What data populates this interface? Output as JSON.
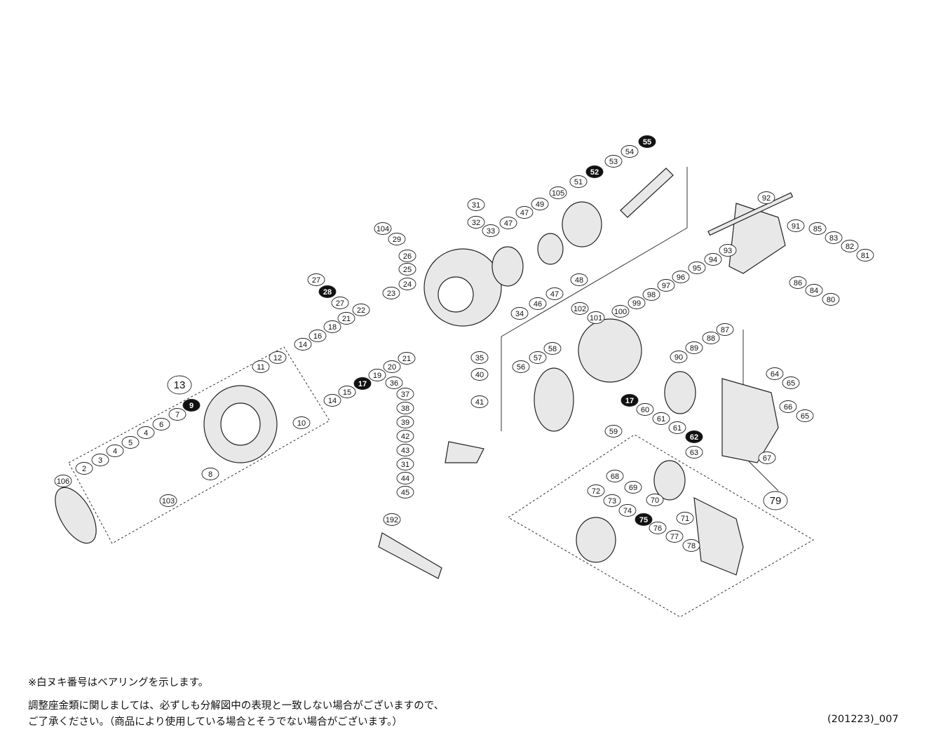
{
  "labels": [
    {
      "num": "106",
      "style": "open"
    },
    {
      "num": "2",
      "style": "open"
    },
    {
      "num": "3",
      "style": "open"
    },
    {
      "num": "4",
      "style": "open"
    },
    {
      "num": "5",
      "style": "open"
    },
    {
      "num": "4",
      "style": "open"
    },
    {
      "num": "6",
      "style": "open"
    },
    {
      "num": "7",
      "style": "open"
    },
    {
      "num": "8",
      "style": "open"
    },
    {
      "num": "103",
      "style": "open"
    },
    {
      "num": "9",
      "style": "filled"
    },
    {
      "num": "13",
      "style": "big"
    },
    {
      "num": "11",
      "style": "open"
    },
    {
      "num": "12",
      "style": "open"
    },
    {
      "num": "10",
      "style": "open"
    },
    {
      "num": "14",
      "style": "open"
    },
    {
      "num": "16",
      "style": "open"
    },
    {
      "num": "18",
      "style": "open"
    },
    {
      "num": "21",
      "style": "open"
    },
    {
      "num": "22",
      "style": "open"
    },
    {
      "num": "27",
      "style": "open"
    },
    {
      "num": "28",
      "style": "filled"
    },
    {
      "num": "27",
      "style": "open"
    },
    {
      "num": "14",
      "style": "open"
    },
    {
      "num": "15",
      "style": "open"
    },
    {
      "num": "17",
      "style": "filled"
    },
    {
      "num": "19",
      "style": "open"
    },
    {
      "num": "20",
      "style": "open"
    },
    {
      "num": "21",
      "style": "open"
    },
    {
      "num": "104",
      "style": "open"
    },
    {
      "num": "29",
      "style": "open"
    },
    {
      "num": "31",
      "style": "open"
    },
    {
      "num": "32",
      "style": "open"
    },
    {
      "num": "33",
      "style": "open"
    },
    {
      "num": "26",
      "style": "open"
    },
    {
      "num": "25",
      "style": "open"
    },
    {
      "num": "24",
      "style": "open"
    },
    {
      "num": "23",
      "style": "open"
    },
    {
      "num": "34",
      "style": "open"
    },
    {
      "num": "35",
      "style": "open"
    },
    {
      "num": "36",
      "style": "open"
    },
    {
      "num": "40",
      "style": "open"
    },
    {
      "num": "37",
      "style": "open"
    },
    {
      "num": "38",
      "style": "open"
    },
    {
      "num": "39",
      "style": "open"
    },
    {
      "num": "41",
      "style": "open"
    },
    {
      "num": "42",
      "style": "open"
    },
    {
      "num": "43",
      "style": "open"
    },
    {
      "num": "31",
      "style": "open"
    },
    {
      "num": "44",
      "style": "open"
    },
    {
      "num": "45",
      "style": "open"
    },
    {
      "num": "47",
      "style": "open"
    },
    {
      "num": "47",
      "style": "open"
    },
    {
      "num": "49",
      "style": "open"
    },
    {
      "num": "105",
      "style": "open"
    },
    {
      "num": "51",
      "style": "open"
    },
    {
      "num": "52",
      "style": "filled"
    },
    {
      "num": "53",
      "style": "open"
    },
    {
      "num": "54",
      "style": "open"
    },
    {
      "num": "55",
      "style": "filled"
    },
    {
      "num": "48",
      "style": "open"
    },
    {
      "num": "46",
      "style": "open"
    },
    {
      "num": "47",
      "style": "open"
    },
    {
      "num": "102",
      "style": "open"
    },
    {
      "num": "101",
      "style": "open"
    },
    {
      "num": "100",
      "style": "open"
    },
    {
      "num": "99",
      "style": "open"
    },
    {
      "num": "98",
      "style": "open"
    },
    {
      "num": "97",
      "style": "open"
    },
    {
      "num": "96",
      "style": "open"
    },
    {
      "num": "95",
      "style": "open"
    },
    {
      "num": "94",
      "style": "open"
    },
    {
      "num": "93",
      "style": "open"
    },
    {
      "num": "92",
      "style": "open"
    },
    {
      "num": "91",
      "style": "open"
    },
    {
      "num": "85",
      "style": "open"
    },
    {
      "num": "83",
      "style": "open"
    },
    {
      "num": "82",
      "style": "open"
    },
    {
      "num": "81",
      "style": "open"
    },
    {
      "num": "86",
      "style": "open"
    },
    {
      "num": "84",
      "style": "open"
    },
    {
      "num": "80",
      "style": "open"
    },
    {
      "num": "87",
      "style": "open"
    },
    {
      "num": "88",
      "style": "open"
    },
    {
      "num": "89",
      "style": "open"
    },
    {
      "num": "90",
      "style": "open"
    },
    {
      "num": "56",
      "style": "open"
    },
    {
      "num": "57",
      "style": "open"
    },
    {
      "num": "58",
      "style": "open"
    },
    {
      "num": "64",
      "style": "open"
    },
    {
      "num": "65",
      "style": "open"
    },
    {
      "num": "66",
      "style": "open"
    },
    {
      "num": "65",
      "style": "open"
    },
    {
      "num": "67",
      "style": "open"
    },
    {
      "num": "17",
      "style": "filled"
    },
    {
      "num": "60",
      "style": "open"
    },
    {
      "num": "61",
      "style": "open"
    },
    {
      "num": "61",
      "style": "open"
    },
    {
      "num": "62",
      "style": "filled"
    },
    {
      "num": "63",
      "style": "open"
    },
    {
      "num": "59",
      "style": "open"
    },
    {
      "num": "68",
      "style": "open"
    },
    {
      "num": "69",
      "style": "open"
    },
    {
      "num": "70",
      "style": "open"
    },
    {
      "num": "71",
      "style": "open"
    },
    {
      "num": "72",
      "style": "open"
    },
    {
      "num": "73",
      "style": "open"
    },
    {
      "num": "74",
      "style": "open"
    },
    {
      "num": "75",
      "style": "filled"
    },
    {
      "num": "76",
      "style": "open"
    },
    {
      "num": "77",
      "style": "open"
    },
    {
      "num": "78",
      "style": "open"
    },
    {
      "num": "79",
      "style": "big"
    },
    {
      "num": "192",
      "style": "open"
    }
  ],
  "notes": {
    "bearing_note": "※白ヌキ番号はベアリングを示します。",
    "shim_note_line1": "調整座金類に関しましては、必ずしも分解図中の表現と一致しない場合がございますので、",
    "shim_note_line2": "ご了承ください。（商品により使用している場合とそうでない場合がございます。）"
  },
  "diagram_code": "(201223)_007"
}
